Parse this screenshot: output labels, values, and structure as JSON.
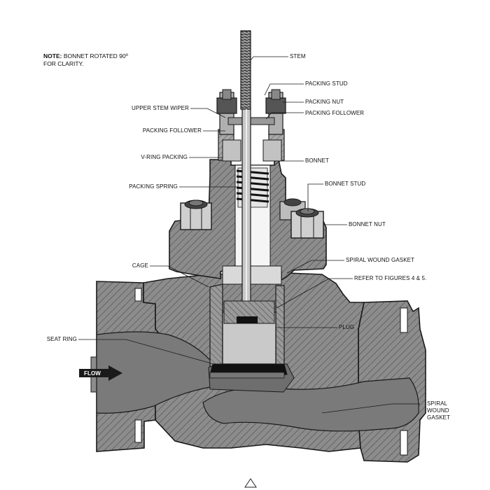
{
  "note": {
    "bold": "NOTE:",
    "line1": "BONNET ROTATED 90º",
    "line2": "FOR CLARITY."
  },
  "labels": {
    "stem": "STEM",
    "packing_stud": "PACKING STUD",
    "packing_nut": "PACKING NUT",
    "packing_follower_right": "PACKING FOLLOWER",
    "upper_stem_wiper": "UPPER STEM WIPER",
    "packing_follower_left": "PACKING FOLLOWER",
    "v_ring_packing": "V-RING PACKING",
    "bonnet": "BONNET",
    "packing_spring": "PACKING SPRING",
    "bonnet_stud": "BONNET STUD",
    "bonnet_nut": "BONNET NUT",
    "spiral_wound_gasket_top": "SPIRAL WOUND GASKET",
    "cage": "CAGE",
    "refer_figures": "REFER TO FIGURES 4 & 5.",
    "plug": "PLUG",
    "seat_ring": "SEAT RING",
    "flow": "FLOW",
    "spiral_wound_gasket_bottom_1": "SPIRAL",
    "spiral_wound_gasket_bottom_2": "WOUND",
    "spiral_wound_gasket_bottom_3": "GASKET"
  },
  "colors": {
    "body": "#8a8a8a",
    "body_dark": "#5d5d5d",
    "metal": "#b9b9b9",
    "ink": "#1a1a1a",
    "hatch": "#3a3a3a"
  }
}
